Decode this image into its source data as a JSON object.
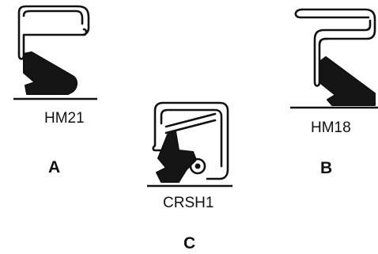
{
  "seals": [
    {
      "code": "HM21",
      "letter": "A"
    },
    {
      "code": "HM18",
      "letter": "B"
    },
    {
      "code": "CRSH1",
      "letter": "C"
    }
  ]
}
